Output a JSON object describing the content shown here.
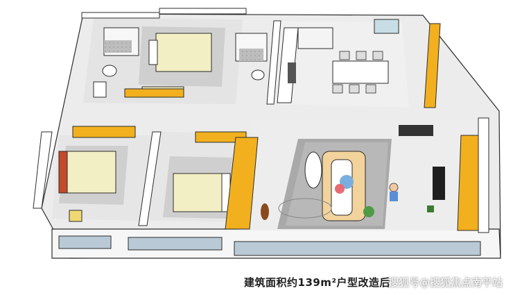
{
  "caption": "建筑面积约139m²户型改造后",
  "watermark": "搜狐号@搜狐焦点南平站",
  "colors": {
    "wall": "#ffffff",
    "wall_edge": "#2b2b2b",
    "accent_yellow": "#f2b01e",
    "floor_gray": "#d9d9d9",
    "rug_gray": "#a9a9a9",
    "bed_cream": "#f3efc4",
    "window_blue": "#b9c9d6"
  },
  "rooms": [
    {
      "name": "master-bedroom",
      "icon": "bed-icon"
    },
    {
      "name": "bedroom-left",
      "icon": "bed-icon"
    },
    {
      "name": "bedroom-middle",
      "icon": "bed-icon"
    },
    {
      "name": "kitchen",
      "icon": "stove-icon"
    },
    {
      "name": "dining-area",
      "icon": "dining-table-icon"
    },
    {
      "name": "living-room",
      "icon": "sofa-icon"
    },
    {
      "name": "bathroom",
      "icon": "toilet-icon"
    }
  ]
}
